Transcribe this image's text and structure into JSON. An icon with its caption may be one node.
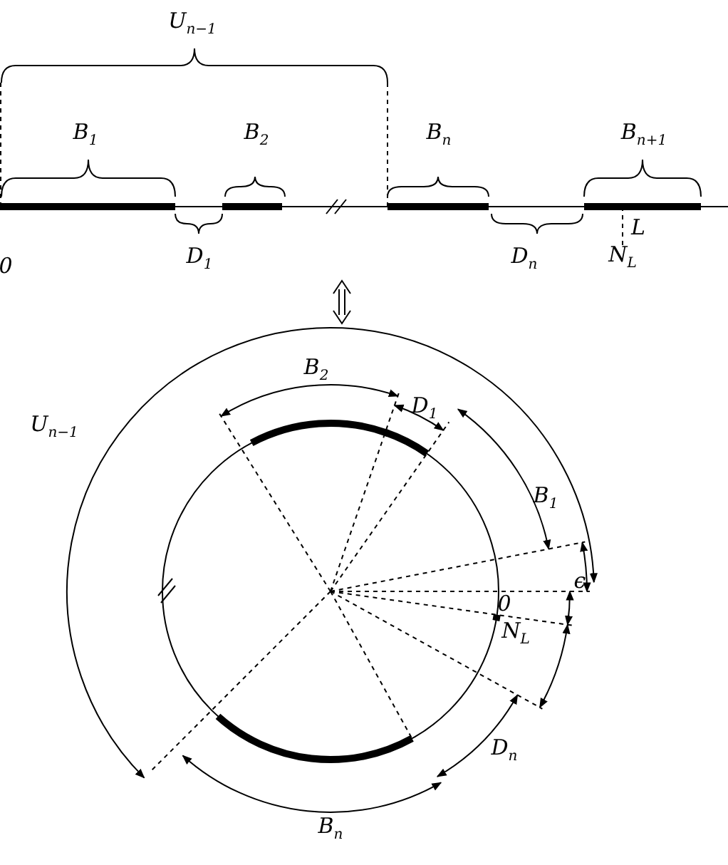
{
  "diagram": {
    "labels": [
      "U$_{n−1}$",
      "B$_{1}$",
      "B$_{2}$",
      "B$_{n}$",
      "B$_{n+1}$",
      "0",
      "D$_{1}$",
      "D$_{n}$",
      "L",
      "N$_{L}$",
      "B$_{2}$",
      "D$_{1}$",
      "U$_{n−1}$",
      "B$_{1}$",
      "ϵ",
      "0",
      "N$_{L}$",
      "D$_{n}$",
      "B$_{n}$"
    ]
  }
}
